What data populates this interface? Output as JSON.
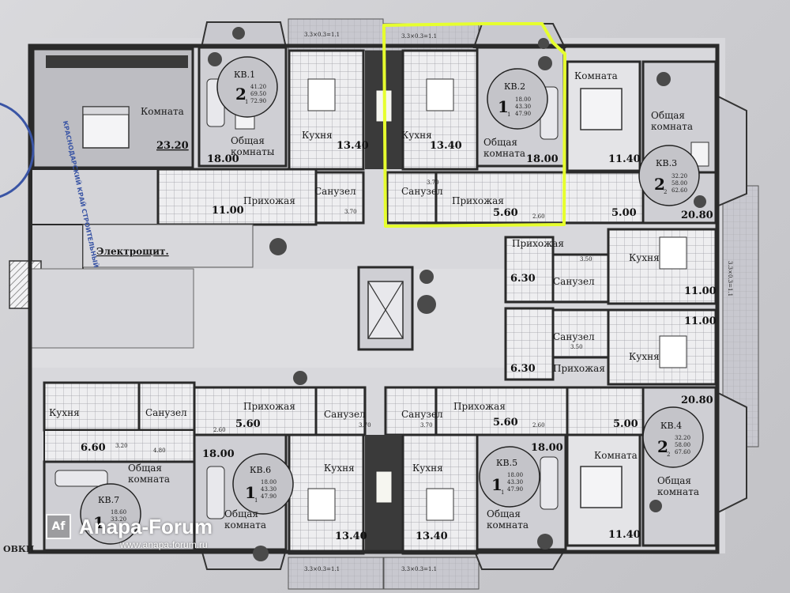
{
  "stamp_text": "КРАСНОДАРСКИЙ КРАЙ СТРОИТЕЛЬНЫЙ",
  "watermark": {
    "logo": "Af",
    "title": "Anapa-Forum",
    "url": "www.anapa-forum.ru"
  },
  "corner_text": "ОВКИ",
  "highlight_color": "#e6ff2e",
  "balcony_top_left": "3.3×0.3=1.1",
  "balcony_top_mid": "3.3×0.3=1.1",
  "balcony_bottom_left": "3.3×0.3=1.1",
  "balcony_bottom_mid": "3.3×0.3=1.1",
  "balcony_right": "3.3×0.3=1.1",
  "apartments": [
    {
      "id": "kv1",
      "name": "КВ.1",
      "rooms": "2",
      "sub": "1",
      "areas": [
        "41.20",
        "69.50",
        "72.90"
      ]
    },
    {
      "id": "kv2",
      "name": "КВ.2",
      "rooms": "1",
      "sub": "1",
      "areas": [
        "18.00",
        "43.30",
        "47.90"
      ]
    },
    {
      "id": "kv3",
      "name": "КВ.3",
      "rooms": "2",
      "sub": "2",
      "areas": [
        "32.20",
        "58.00",
        "62.60"
      ]
    },
    {
      "id": "kv4",
      "name": "КВ.4",
      "rooms": "2",
      "sub": "2",
      "areas": [
        "32.20",
        "58.00",
        "67.60"
      ]
    },
    {
      "id": "kv5",
      "name": "КВ.5",
      "rooms": "1",
      "sub": "1",
      "areas": [
        "18.00",
        "43.30",
        "47.90"
      ]
    },
    {
      "id": "kv6",
      "name": "КВ.6",
      "rooms": "1",
      "sub": "1",
      "areas": [
        "18.00",
        "43.30",
        "47.90"
      ]
    },
    {
      "id": "kv7",
      "name": "КВ.7",
      "rooms": "1",
      "sub": "1",
      "areas": [
        "18.60",
        "33.20",
        "?"
      ]
    }
  ],
  "rooms": {
    "komnata_tl": "Комната",
    "area_komnata_tl": "23.20",
    "obshaya_kv1": "Общая\nкомнаты",
    "area_obshaya_kv1": "18.00",
    "kuhnya_1": "Кухня",
    "area_kuhnya_1": "13.40",
    "kuhnya_2": "Кухня",
    "area_kuhnya_2": "13.40",
    "obshaya_kv2": "Общая\nкомната",
    "area_obshaya_kv2": "18.00",
    "komnata_tr": "Комната",
    "area_komnata_tr": "11.40",
    "obshaya_kv3": "Общая\nкомната",
    "prihozhaya_1": "Прихожая",
    "area_prihozhaya_1": "11.00",
    "sanuzel_1": "Санузел",
    "area_sanuzel_1": "3.70",
    "sanuzel_2": "Санузел",
    "area_sanuzel_2": "3.70",
    "prihozhaya_2": "Прихожая",
    "area_prihozhaya_2": "5.60",
    "area_2_60_a": "2.60",
    "area_5_00_a": "5.00",
    "area_20_80_a": "20.80",
    "elektroshit": "Электрощит.",
    "prihozhaya_3": "Прихожая",
    "area_6_30_a": "6.30",
    "sanuzel_3": "Санузел",
    "area_3_50_a": "3.50",
    "kuhnya_r1": "Кухня",
    "area_kuhnya_r1": "11.00",
    "kuhnya_r2": "Кухня",
    "area_kuhnya_r2": "11.00",
    "sanuzel_4": "Санузел",
    "area_3_50_b": "3.50",
    "prihozhaya_4": "Прихожая",
    "area_6_30_b": "6.30",
    "area_20_80_b": "20.80",
    "area_5_00_b": "5.00",
    "kuhnya_bl": "Кухня",
    "area_kuhnya_bl": "6.60",
    "sanuzel_bl": "Санузел",
    "area_3_20": "3.20",
    "area_4_80": "4.80",
    "obshaya_kv7": "Общая\nкомната",
    "area_2_60_b": "2.60",
    "prihozhaya_5": "Прихожая",
    "area_prihozhaya_5": "5.60",
    "sanuzel_5": "Санузел",
    "area_sanuzel_5": "3.70",
    "sanuzel_6": "Санузел",
    "area_sanuzel_6": "3.70",
    "prihozhaya_6": "Прихожая",
    "area_prihozhaya_6": "5.60",
    "area_2_60_c": "2.60",
    "area_18_00_bl": "18.00",
    "obshaya_kv6": "Общая\nкомната",
    "kuhnya_b1": "Кухня",
    "area_kuhnya_b1": "13.40",
    "kuhnya_b2": "Кухня",
    "area_kuhnya_b2": "13.40",
    "area_18_00_br": "18.00",
    "obshaya_kv5": "Общая\nкомната",
    "komnata_br": "Комната",
    "area_komnata_br": "11.40",
    "obshaya_kv4": "Общая\nкомната"
  }
}
